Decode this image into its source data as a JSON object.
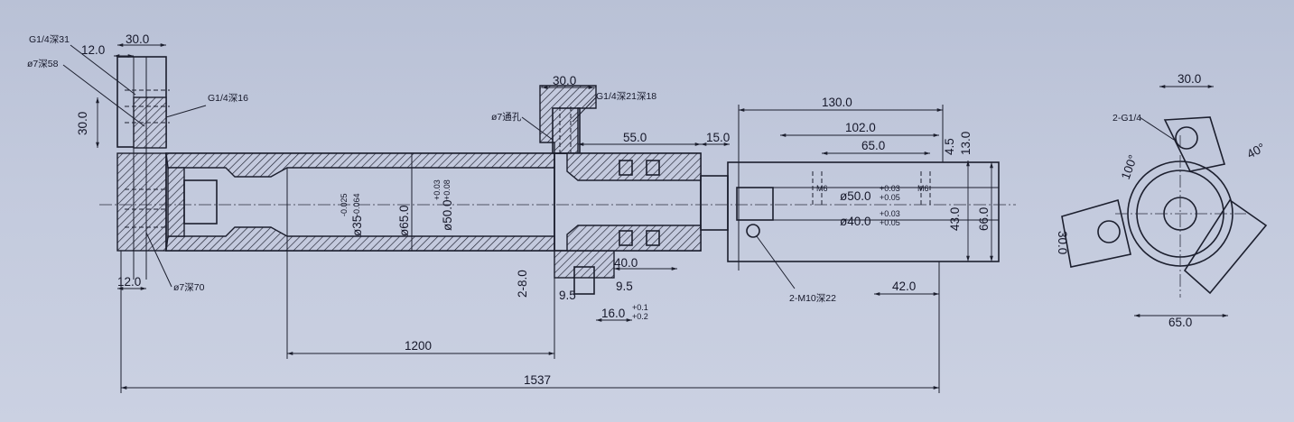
{
  "dims": {
    "d_30_top_left": "30.0",
    "d_12_top_left": "12.0",
    "d_30_left_vert": "30.0",
    "d_12_bottom_left": "12.0",
    "d_1200": "1200",
    "d_1537": "1537",
    "d_30_port": "30.0",
    "d_55": "55.0",
    "d_15": "15.0",
    "d_40": "40.0",
    "d_9_5_a": "9.5",
    "d_9_5_b": "9.5",
    "d_16": "16.0",
    "d_16_tol": "+0.1",
    "d_16_tol2": "+0.2",
    "d_2_8": "2-8.0",
    "d_130": "130.0",
    "d_102": "102.0",
    "d_65_top": "65.0",
    "d_4_5": "4.5",
    "d_13": "13.0",
    "d_43": "43.0",
    "d_66": "66.0",
    "d_42": "42.0",
    "d_phi65": "ø65.0",
    "d_phi50_main": "ø50.0",
    "d_phi50_main_tol1": "+0.03",
    "d_phi50_main_tol2": "+0.08",
    "d_phi35": "ø35",
    "d_phi35_tol1": "-0.025",
    "d_phi35_tol2": "-0.064",
    "d_phi50_right": "ø50.0",
    "d_phi50_right_tol1": "+0.03",
    "d_phi50_right_tol2": "+0.05",
    "d_phi40": "ø40.0",
    "d_phi40_tol1": "+0.03",
    "d_phi40_tol2": "+0.05",
    "d_m6_a": "M6",
    "d_m6_b": "M6",
    "d_side_30": "30.0",
    "d_side_100": "100°",
    "d_side_40": "40°",
    "d_side_30_rot": "30.0",
    "d_side_65": "65.0"
  },
  "notes": {
    "g14_31": "G1/4深31",
    "phi7_58": "ø7深58",
    "g14_16": "G1/4深16",
    "phi7_70": "ø7深70",
    "phi7_hole": "ø7通孔",
    "g14_21_18": "G1/4深21深18",
    "m10_22": "2-M10深22",
    "g14_2": "2-G1/4"
  }
}
